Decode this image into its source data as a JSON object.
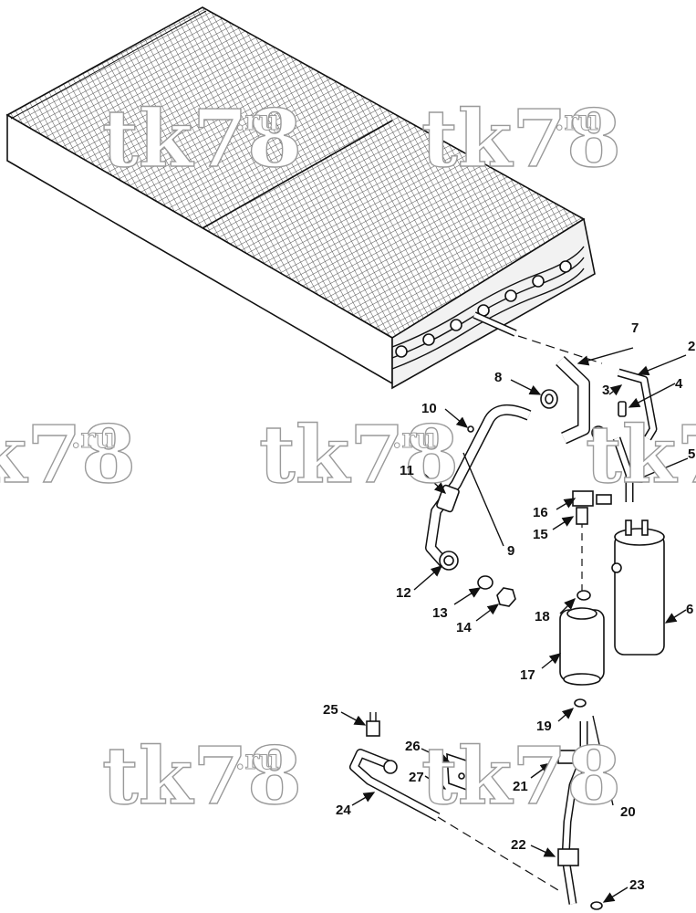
{
  "watermark": {
    "text": "tk78",
    "suffix": ".ru"
  },
  "callouts": [
    "2",
    "3",
    "4",
    "5",
    "6",
    "7",
    "8",
    "9",
    "10",
    "11",
    "12",
    "13",
    "14",
    "15",
    "16",
    "17",
    "18",
    "19",
    "20",
    "21",
    "22",
    "23",
    "24",
    "25",
    "26",
    "27"
  ],
  "parts": {
    "condenser_coil": "condenser-coil",
    "receiver_tank": "receiver-tank",
    "filter_drier": "filter-drier"
  }
}
